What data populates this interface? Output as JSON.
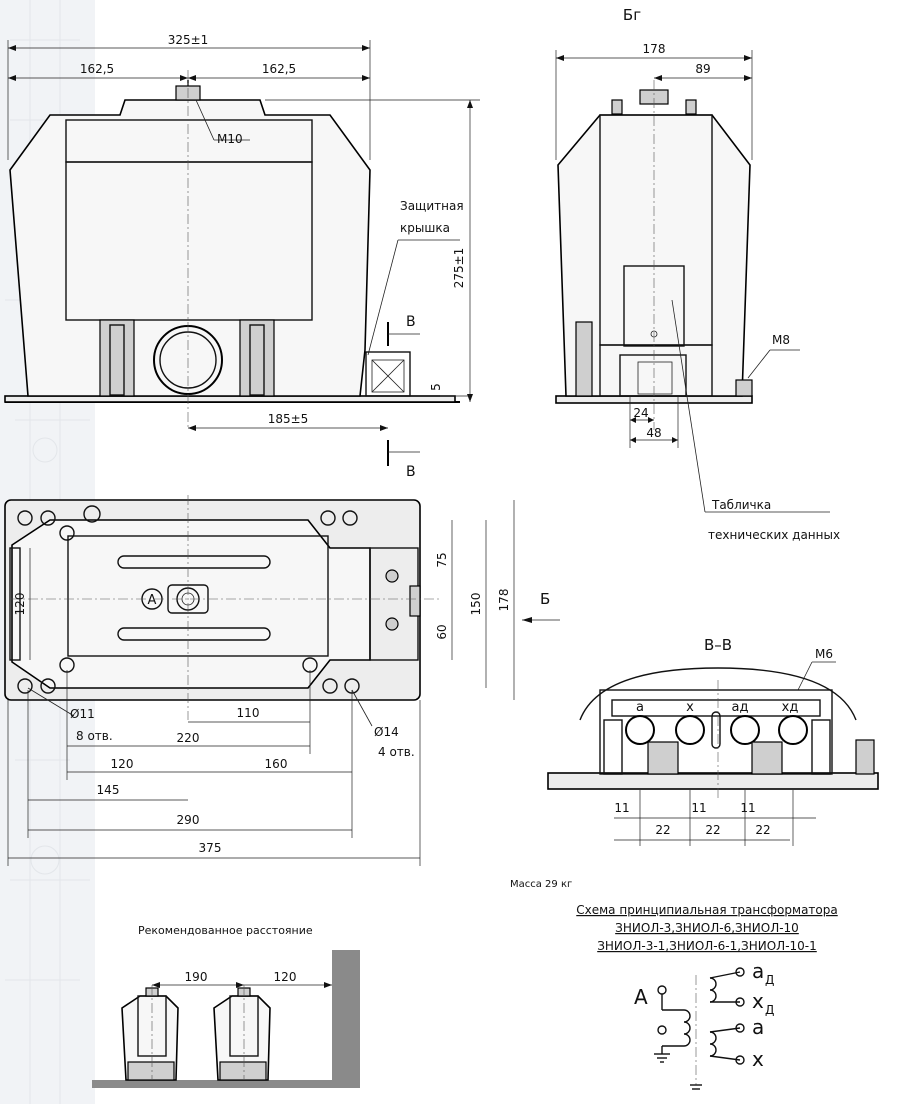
{
  "labels": {
    "view_bg": "Бг",
    "m10": "M10",
    "m8": "M8",
    "m6": "M6",
    "cover_line1": "Защитная",
    "cover_line2": "крышка",
    "section_b_top": "В",
    "section_b_bottom": "В",
    "plate_line1": "Табличка",
    "plate_line2": "технических данных",
    "view_b_arrow": "Б",
    "terminal_a_circle": "A",
    "hole11": "Ø11",
    "hole11_count": "8 отв.",
    "hole14": "Ø14",
    "hole14_count": "4 отв.",
    "section_title": "В–В",
    "mass": "Масса 29 кг",
    "recommended": "Рекомендованное расстояние"
  },
  "terminals": {
    "a": "a",
    "x": "x",
    "ad": "ад",
    "xd": "хд"
  },
  "dimensions": {
    "front_total": "325±1",
    "front_half_left": "162,5",
    "front_half_right": "162,5",
    "front_height": "275±1",
    "front_small": "5",
    "front_center": "185±5",
    "side_total": "178",
    "side_half": "89",
    "side_24": "24",
    "side_48": "48",
    "top_75": "75",
    "top_150": "150",
    "top_178": "178",
    "top_60": "60",
    "top_120": "120",
    "top_110": "110",
    "top_220": "220",
    "top_120b": "120",
    "top_160": "160",
    "top_145": "145",
    "top_290": "290",
    "top_375": "375",
    "sec_11a": "11",
    "sec_11b": "11",
    "sec_11c": "11",
    "sec_22a": "22",
    "sec_22b": "22",
    "sec_22c": "22",
    "rec_190": "190",
    "rec_120": "120"
  },
  "schema": {
    "title": "Схема принципиальная трансформатора",
    "line1": "ЗНИОЛ-3,ЗНИОЛ-6,ЗНИОЛ-10",
    "line2": "ЗНИОЛ-3-1,ЗНИОЛ-6-1,ЗНИОЛ-10-1",
    "terminal_A": "A",
    "ad_main": "a",
    "ad_sub": "Д",
    "xd_main": "х",
    "xd_sub": "Д",
    "a": "a",
    "x": "х"
  }
}
